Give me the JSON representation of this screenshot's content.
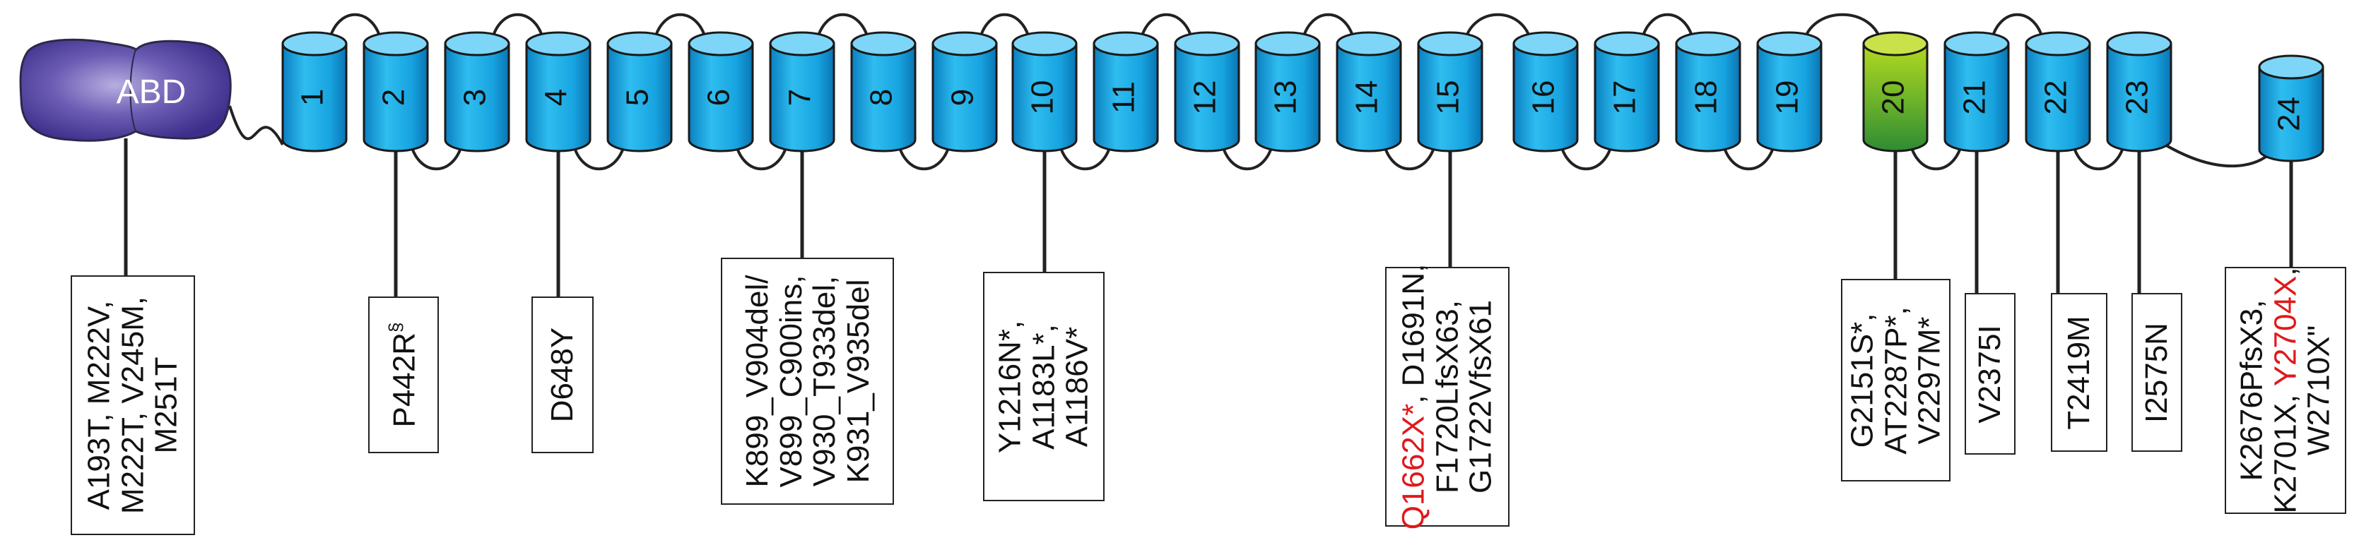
{
  "abd_label": "ABD",
  "repeats": [
    "1",
    "2",
    "3",
    "4",
    "5",
    "6",
    "7",
    "8",
    "9",
    "10",
    "11",
    "12",
    "13",
    "14",
    "15",
    "16",
    "17",
    "18",
    "19",
    "20",
    "21",
    "22",
    "23",
    "24"
  ],
  "highlighted_repeat": "20",
  "colors": {
    "repeat_fill": "#1aa6e3",
    "repeat_top": "#6fd2f7",
    "repeat_highlight_from": "#a7d21c",
    "repeat_highlight_to": "#2f8c2e",
    "abd_fill": "#5a4aa3",
    "text_red": "#e0191b",
    "line": "#222222"
  },
  "boxes": [
    {
      "lines": [
        [
          {
            "t": "A193T, M222V,"
          }
        ],
        [
          {
            "t": "M222T, V245M,"
          }
        ],
        [
          {
            "t": "M251T"
          }
        ]
      ]
    },
    {
      "lines": [
        [
          {
            "t": "P442R"
          },
          {
            "t": "§",
            "sup": true
          }
        ]
      ]
    },
    {
      "lines": [
        [
          {
            "t": "D648Y"
          }
        ]
      ]
    },
    {
      "lines": [
        [
          {
            "t": "K899_V904del/"
          }
        ],
        [
          {
            "t": "V899_C900ins,"
          }
        ],
        [
          {
            "t": "V930_T933del,"
          }
        ],
        [
          {
            "t": "K931_V935del"
          }
        ]
      ]
    },
    {
      "lines": [
        [
          {
            "t": "Y1216N*,"
          }
        ],
        [
          {
            "t": "A1183L*,"
          }
        ],
        [
          {
            "t": "A1186V*"
          }
        ]
      ]
    },
    {
      "lines": [
        [
          {
            "t": "Q1662X*",
            "red": true
          },
          {
            "t": ", D1691N,"
          }
        ],
        [
          {
            "t": "F1720LfsX63,"
          }
        ],
        [
          {
            "t": "G1722VfsX61"
          }
        ]
      ]
    },
    {
      "lines": [
        [
          {
            "t": "G2151S*,"
          }
        ],
        [
          {
            "t": "AT2287P*,"
          }
        ],
        [
          {
            "t": "V2297M*"
          }
        ]
      ]
    },
    {
      "lines": [
        [
          {
            "t": "V2375I"
          }
        ]
      ]
    },
    {
      "lines": [
        [
          {
            "t": "T2419M"
          }
        ]
      ]
    },
    {
      "lines": [
        [
          {
            "t": "I2575N"
          }
        ]
      ]
    },
    {
      "lines": [
        [
          {
            "t": "K2676PfsX3,"
          }
        ],
        [
          {
            "t": "K2701X, "
          },
          {
            "t": "Y2704X",
            "red": true
          },
          {
            "t": ","
          }
        ],
        [
          {
            "t": "W2710X\""
          }
        ]
      ]
    }
  ]
}
